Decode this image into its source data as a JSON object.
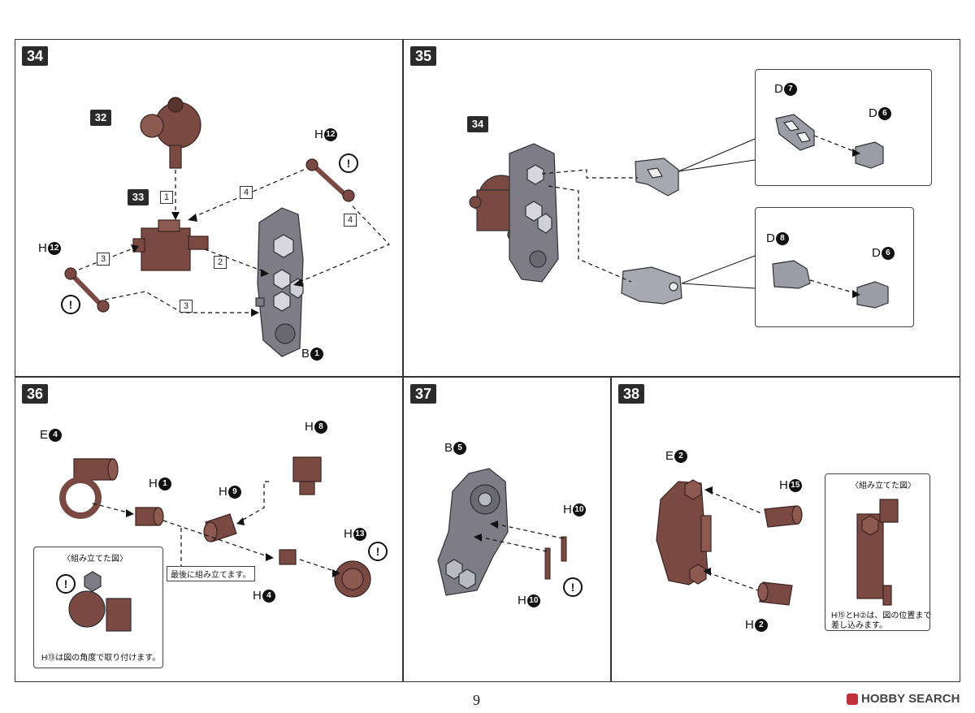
{
  "page_number": "9",
  "brand": {
    "text": "HOBBY SEARCH"
  },
  "colors": {
    "part_brown": "#7a4a42",
    "part_gray": "#7e7d86",
    "part_lightgray": "#b9b9c0"
  },
  "steps": {
    "s34": {
      "num": "34",
      "ref_a": "32",
      "ref_b": "33",
      "h12a": {
        "letter": "H",
        "num": "12"
      },
      "h12b": {
        "letter": "H",
        "num": "12"
      },
      "b1": {
        "letter": "B",
        "num": "1"
      },
      "arrows": [
        "1",
        "4",
        "4",
        "3",
        "2",
        "3"
      ],
      "warn": "!"
    },
    "s35": {
      "num": "35",
      "ref": "34",
      "d7": {
        "letter": "D",
        "num": "7"
      },
      "d6a": {
        "letter": "D",
        "num": "6"
      },
      "d8": {
        "letter": "D",
        "num": "8"
      },
      "d6b": {
        "letter": "D",
        "num": "6"
      }
    },
    "s36": {
      "num": "36",
      "e4": {
        "letter": "E",
        "num": "4"
      },
      "h1": {
        "letter": "H",
        "num": "1"
      },
      "h8": {
        "letter": "H",
        "num": "8"
      },
      "h9": {
        "letter": "H",
        "num": "9"
      },
      "h13": {
        "letter": "H",
        "num": "13"
      },
      "h4": {
        "letter": "H",
        "num": "4"
      },
      "callout": "最後に組み立てます。",
      "inset_title": "〈組み立てた図〉",
      "inset_note": "H⑬は図の角度で取り付けます。",
      "warn": "!"
    },
    "s37": {
      "num": "37",
      "b5": {
        "letter": "B",
        "num": "5"
      },
      "h10a": {
        "letter": "H",
        "num": "10"
      },
      "h10b": {
        "letter": "H",
        "num": "10"
      },
      "warn": "!"
    },
    "s38": {
      "num": "38",
      "e2": {
        "letter": "E",
        "num": "2"
      },
      "h15": {
        "letter": "H",
        "num": "15"
      },
      "h2": {
        "letter": "H",
        "num": "2"
      },
      "inset_title": "〈組み立てた図〉",
      "inset_note_1": "H⑮とH②は、図の位置まで",
      "inset_note_2": "差し込みます。"
    }
  }
}
